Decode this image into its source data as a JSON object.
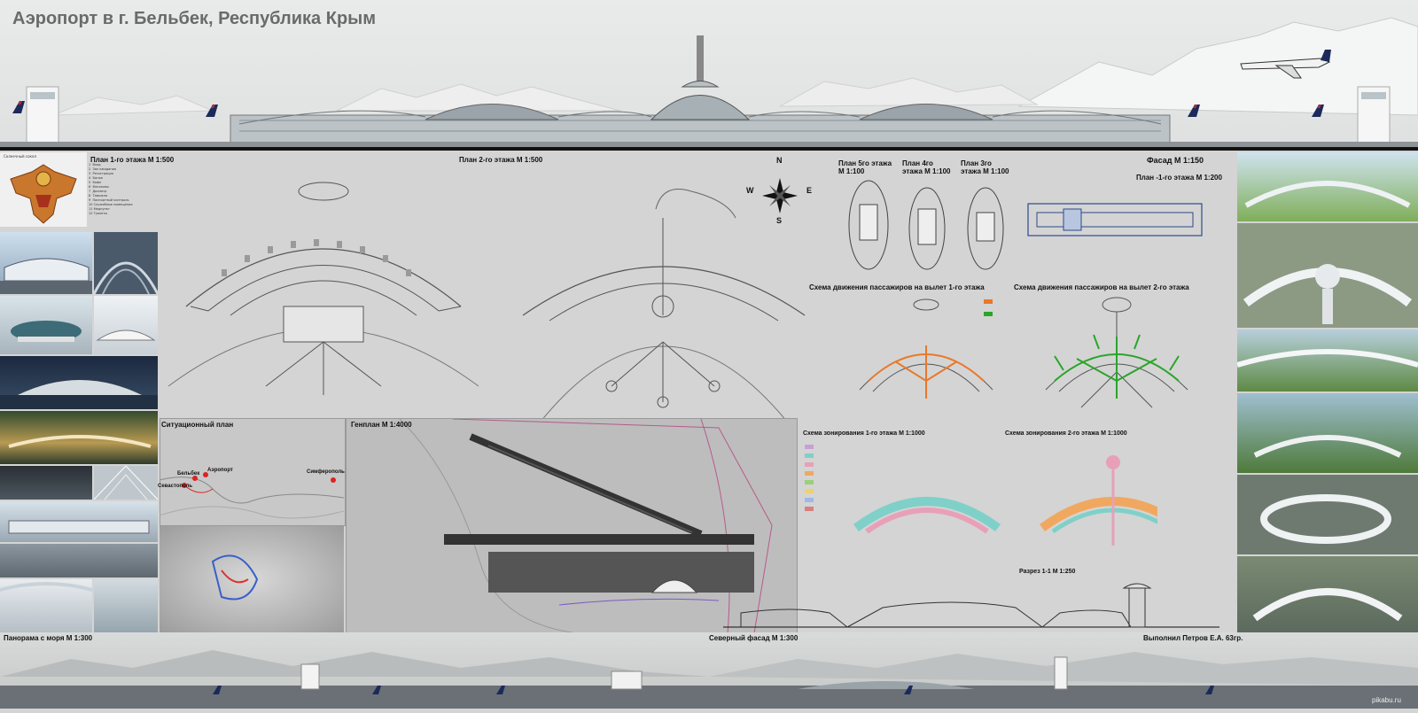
{
  "title": "Аэропорт в г. Бельбек, Республика Крым",
  "colors": {
    "sky": "#e4e6e6",
    "board": "#d6d6d6",
    "departure_floor1": "#e8782a",
    "departure_floor2": "#2aa52a",
    "zone_pink": "#e8a0b8",
    "zone_teal": "#7fd0c8",
    "zone_orange": "#f0a860"
  },
  "icons": [
    "emblem-eagle-icon",
    "compass-rose-icon",
    "airplane-icon"
  ],
  "emblem": {
    "caption": "Солнечный сокол"
  },
  "compass": {
    "n": "N",
    "s": "S",
    "e": "E",
    "w": "W"
  },
  "plans": {
    "floor1": "План 1-го этажа М 1:500",
    "floor2": "План 2-го этажа М 1:500",
    "floor5": "План 5го этажа М 1:100",
    "floor4": "План 4го этажа М 1:100",
    "floor3": "План 3го этажа М 1:100",
    "facade": "Фасад   М 1:150",
    "basement": "План -1-го этажа М 1:200"
  },
  "schemes": {
    "departure1": "Схема движения пассажиров на вылет 1-го этажа",
    "departure2": "Схема движения пассажиров на вылет 2-го этажа",
    "zoning1": "Схема зонирования 1-го этажа М 1:1000",
    "zoning2": "Схема зонирования 2-го этажа М 1:1000",
    "section": "Разрез 1-1 М 1:250"
  },
  "situation": {
    "title": "Ситуационный план",
    "belbek": "Бельбек",
    "airport": "Аэропорт",
    "simferopol": "Симферополь",
    "sevastopol": "Севастополь"
  },
  "genplan": {
    "title": "Генплан М 1:4000"
  },
  "bottom": {
    "panorama": "Панорама с моря М 1:300",
    "north_facade": "Северный фасад М 1:300",
    "author": "Выполнил Петров Е.А. 63гр."
  },
  "watermark": "pikabu.ru"
}
